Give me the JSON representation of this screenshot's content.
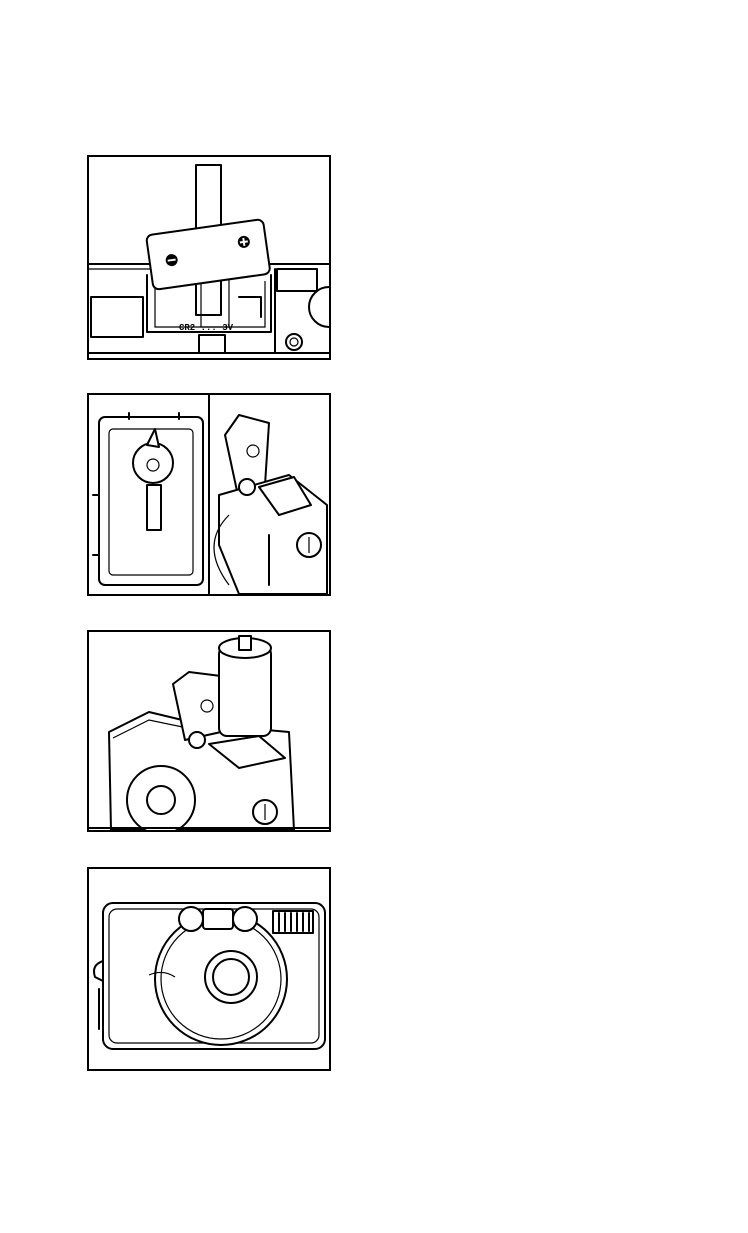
{
  "figures": [
    {
      "id": "battery-insert",
      "battery_label": "CR2 ... 3V"
    },
    {
      "id": "film-door-open"
    },
    {
      "id": "film-loading"
    },
    {
      "id": "camera-front"
    }
  ],
  "colors": {
    "ink": "#000000",
    "paper": "#ffffff"
  }
}
